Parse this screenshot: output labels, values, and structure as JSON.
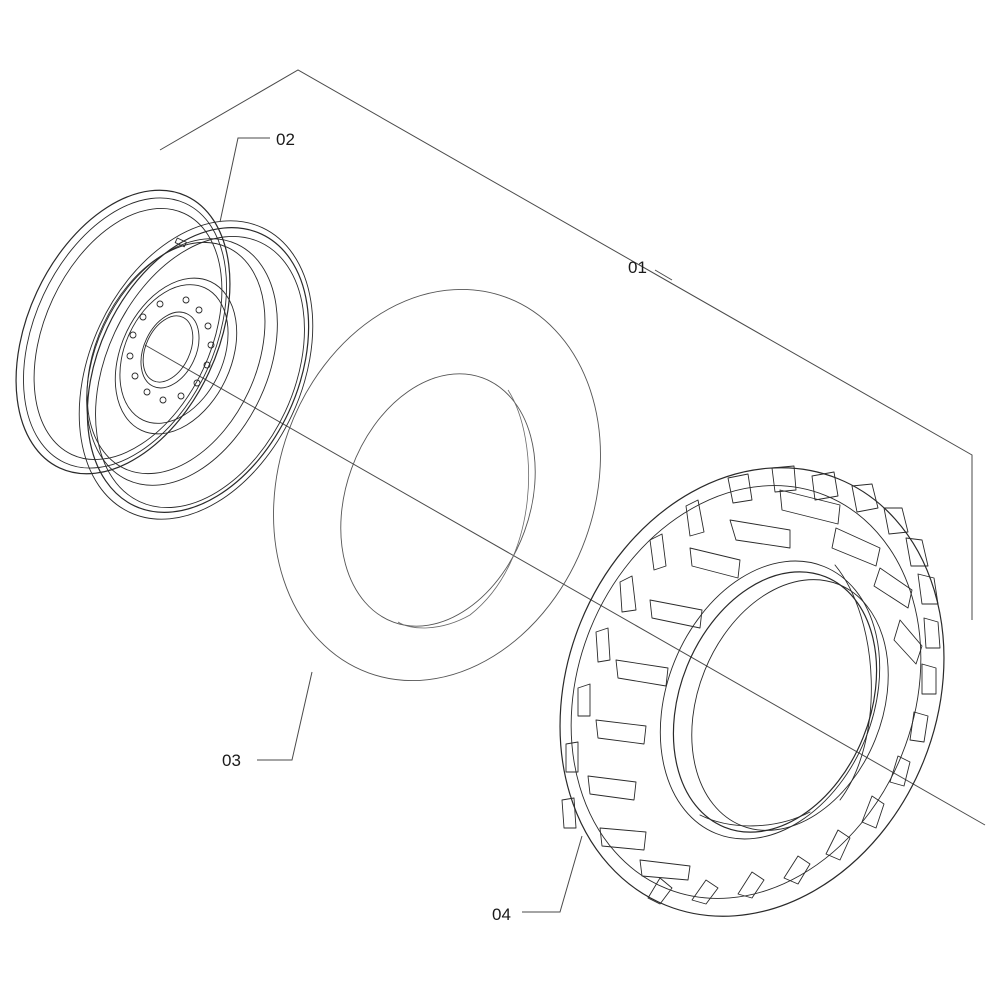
{
  "callouts": {
    "assembly": "01",
    "rim": "02",
    "tube": "03",
    "tyre": "04"
  },
  "colors": {
    "background": "#ffffff",
    "line": "#2a2a2a",
    "leader": "#4a4a4a"
  }
}
